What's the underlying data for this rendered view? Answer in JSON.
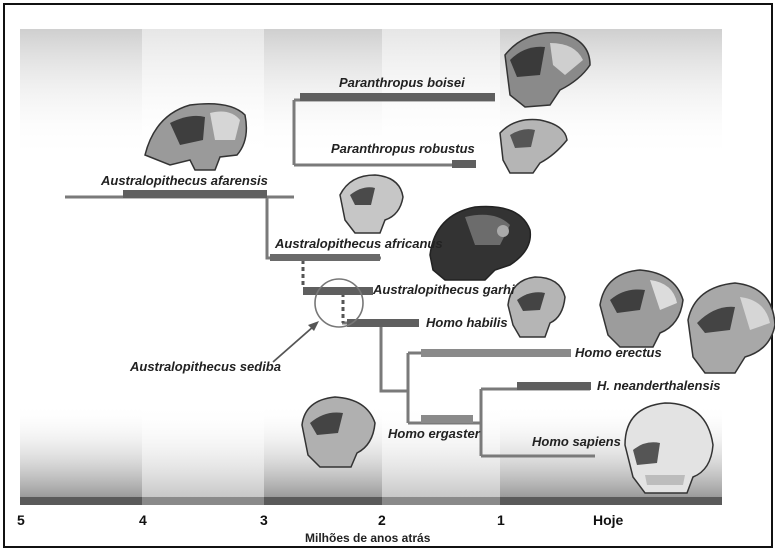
{
  "diagram": {
    "axis": {
      "ticks": [
        "5",
        "4",
        "3",
        "2",
        "1",
        "Hoje"
      ],
      "title": "Milhões de anos atrás"
    },
    "species": [
      {
        "id": "afarensis",
        "label": "Australopithecus afarensis"
      },
      {
        "id": "boisei",
        "label": "Paranthropus boisei"
      },
      {
        "id": "robustus",
        "label": "Paranthropus robustus"
      },
      {
        "id": "africanus",
        "label": "Australopithecus africanus"
      },
      {
        "id": "garhi",
        "label": "Australopithecus garhi"
      },
      {
        "id": "habilis",
        "label": "Homo habilis"
      },
      {
        "id": "sediba",
        "label": "Australopithecus sediba"
      },
      {
        "id": "erectus",
        "label": "Homo erectus"
      },
      {
        "id": "neanderthalensis",
        "label": "H. neanderthalensis"
      },
      {
        "id": "ergaster",
        "label": "Homo ergaster"
      },
      {
        "id": "sapiens",
        "label": "Homo sapiens"
      }
    ],
    "colors": {
      "bar": "#5f5f5f",
      "branch": "#7a7a7a",
      "skull_light": "#d8d8d8",
      "skull_dark": "#3a3a3a"
    }
  }
}
